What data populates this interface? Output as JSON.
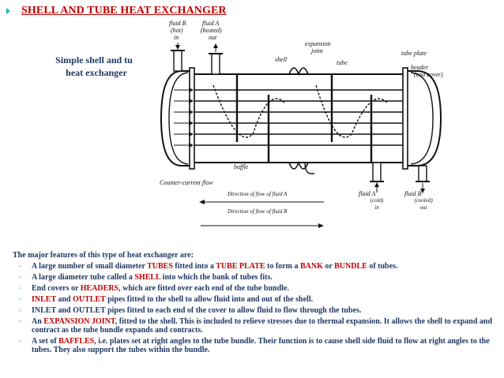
{
  "slide": {
    "title": "SHELL AND TUBE HEAT EXCHANGER",
    "subtitle_line1": "Simple shell and tu",
    "subtitle_line2": "heat exchanger"
  },
  "diagram": {
    "labels": {
      "fluid_b_hot": [
        "fluid B",
        "(hot)",
        "in"
      ],
      "fluid_a_heated": [
        "fluid A",
        "(heated)",
        "out"
      ],
      "shell": "shell",
      "expansion_joint": [
        "expansion",
        "joint"
      ],
      "tube": "tube",
      "tube_plate": "tube plate",
      "header": [
        "header",
        "(end cover)"
      ],
      "baffle": "baffle",
      "counter_current": "Counter-current flow",
      "fluid_a_cold": [
        "fluid A",
        "(cold)",
        "in"
      ],
      "fluid_b_cooled": [
        "fluid B",
        "(cooled)",
        "out"
      ]
    },
    "flow_a": "Direction of flow of fluid A",
    "flow_b": "Direction of flow of fluid B"
  },
  "features": {
    "intro": "The major features of this type of heat exchanger are:",
    "items": [
      [
        {
          "t": "A large number of small diameter ",
          "red": false
        },
        {
          "t": "TUBES",
          "red": true
        },
        {
          "t": " fitted into a ",
          "red": false
        },
        {
          "t": "TUBE PLATE",
          "red": true
        },
        {
          "t": " to form a ",
          "red": false
        },
        {
          "t": "BANK",
          "red": true
        },
        {
          "t": " or ",
          "red": false
        },
        {
          "t": "BUNDLE",
          "red": true
        },
        {
          "t": " of tubes.",
          "red": false
        }
      ],
      [
        {
          "t": "A large diameter tube called a ",
          "red": false
        },
        {
          "t": "SHELL",
          "red": true
        },
        {
          "t": " into which the bank of tubes fits.",
          "red": false
        }
      ],
      [
        {
          "t": "End covers or ",
          "red": false
        },
        {
          "t": "HEADERS",
          "red": true
        },
        {
          "t": ", which are fitted over each end of the tube bundle.",
          "red": false
        }
      ],
      [
        {
          "t": "INLET",
          "red": true
        },
        {
          "t": " and ",
          "red": false
        },
        {
          "t": "OUTLET",
          "red": true
        },
        {
          "t": " pipes fitted to the shell to allow fluid into and out of the shell.",
          "red": false
        }
      ],
      [
        {
          "t": "INLET and OUTLET pipes fitted to each end of the cover to allow fluid to flow through the tubes.",
          "red": false
        }
      ],
      [
        {
          "t": "An ",
          "red": false
        },
        {
          "t": "EXPANSION JOINT",
          "red": true
        },
        {
          "t": ", fitted to the shell. This is included to relieve stresses due to thermal expansion. It allows the shell to expand and contract as the tube bundle expands and contracts.",
          "red": false
        }
      ],
      [
        {
          "t": "A set of ",
          "red": false
        },
        {
          "t": "BAFFLES",
          "red": true
        },
        {
          "t": ", i.e. plates set at right angles to the tube bundle. Their function is to cause shell side fluid to flow at right angles to the tubes. They also support the tubes within the bundle.",
          "red": false
        }
      ]
    ]
  },
  "colors": {
    "title": "#c00000",
    "body": "#1f3864",
    "accent": "#20b2c8"
  }
}
